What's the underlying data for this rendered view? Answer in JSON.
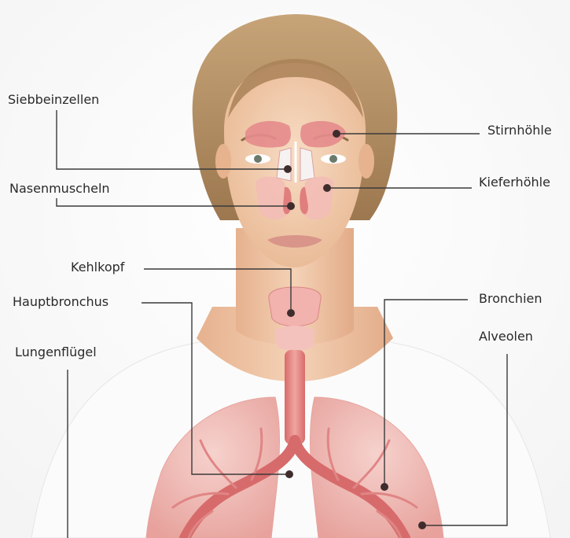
{
  "labels": {
    "siebbeinzellen": "Siebbeinzellen",
    "stirnhoehle": "Stirnhöhle",
    "nasenmuscheln": "Nasenmuscheln",
    "kieferhoehle": "Kieferhöhle",
    "kehlkopf": "Kehlkopf",
    "hauptbronchus": "Hauptbronchus",
    "bronchien": "Bronchien",
    "lungenfluegel": "Lungenflügel",
    "alveolen": "Alveolen"
  },
  "colors": {
    "organ": "#e38a8a",
    "organ_dark": "#c95b5b",
    "organ_light": "#f3c2bd",
    "skin": "#f2cdb0",
    "hair": "#b08a60",
    "leader_line": "#3a3a3a",
    "shirt": "#fbfbfb"
  }
}
